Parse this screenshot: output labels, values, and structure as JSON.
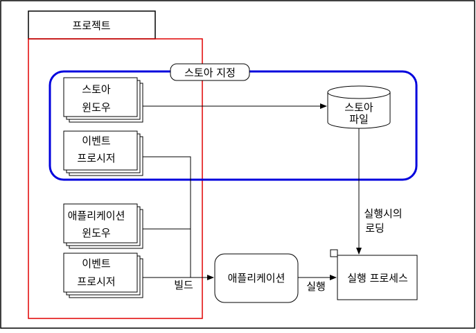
{
  "project": {
    "title": "프로젝트"
  },
  "store_group": {
    "title": "스토아 지정"
  },
  "store_window": {
    "line1": "스토아",
    "line2": "윈도우"
  },
  "event_proc_1": {
    "line1": "이벤트",
    "line2": "프로시저"
  },
  "app_window": {
    "line1": "애플리케이션",
    "line2": "윈도우"
  },
  "event_proc_2": {
    "line1": "이벤트",
    "line2": "프로시저"
  },
  "store_file": {
    "line1": "스토아",
    "line2": "파일"
  },
  "application": {
    "label": "애플리케이션"
  },
  "runtime_process": {
    "label": "실행 프로세스"
  },
  "edges": {
    "runtime_loading": {
      "line1": "실행시의",
      "line2": "로딩"
    },
    "build": "빌드",
    "run": "실행"
  },
  "colors": {
    "project_border": "#e00000",
    "store_border": "#0000dd",
    "line": "#000000"
  }
}
